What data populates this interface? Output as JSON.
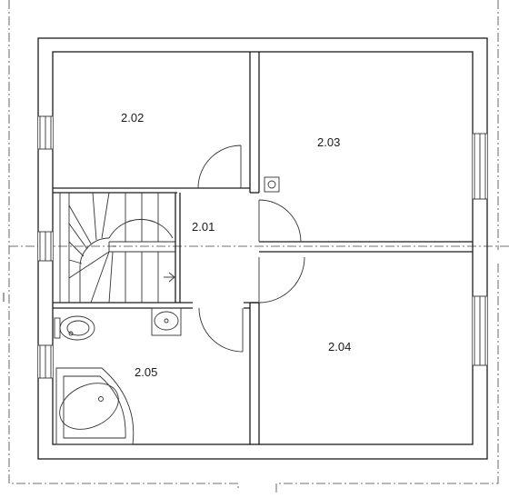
{
  "rooms": [
    {
      "id": "2.01",
      "label": "2.01"
    },
    {
      "id": "2.02",
      "label": "2.02"
    },
    {
      "id": "2.03",
      "label": "2.03"
    },
    {
      "id": "2.04",
      "label": "2.04"
    },
    {
      "id": "2.05",
      "label": "2.05"
    }
  ],
  "colors": {
    "line": "#1c1c1c",
    "background": "#ffffff"
  }
}
